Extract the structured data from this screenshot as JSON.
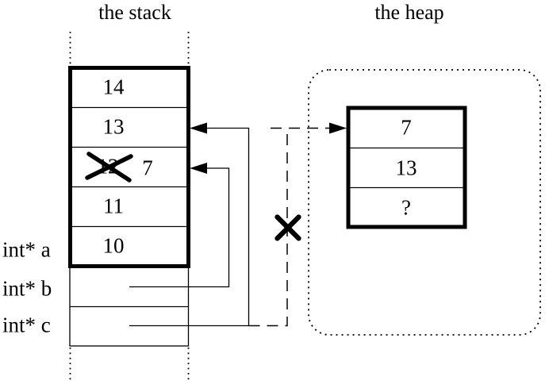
{
  "colors": {
    "ink": "#000000",
    "background": "#ffffff"
  },
  "stack": {
    "title": "the stack",
    "cells": [
      {
        "value": "14"
      },
      {
        "value": "13"
      },
      {
        "value": "12",
        "crossed_out": true,
        "new_value": "7"
      },
      {
        "value": "11"
      },
      {
        "value": "10"
      }
    ],
    "pointer_rows": [
      {
        "label": "int* a"
      },
      {
        "label": "int* b"
      },
      {
        "label": "int* c"
      }
    ]
  },
  "heap": {
    "title": "the heap",
    "cells": [
      {
        "value": "7"
      },
      {
        "value": "13"
      },
      {
        "value": "?"
      }
    ]
  }
}
